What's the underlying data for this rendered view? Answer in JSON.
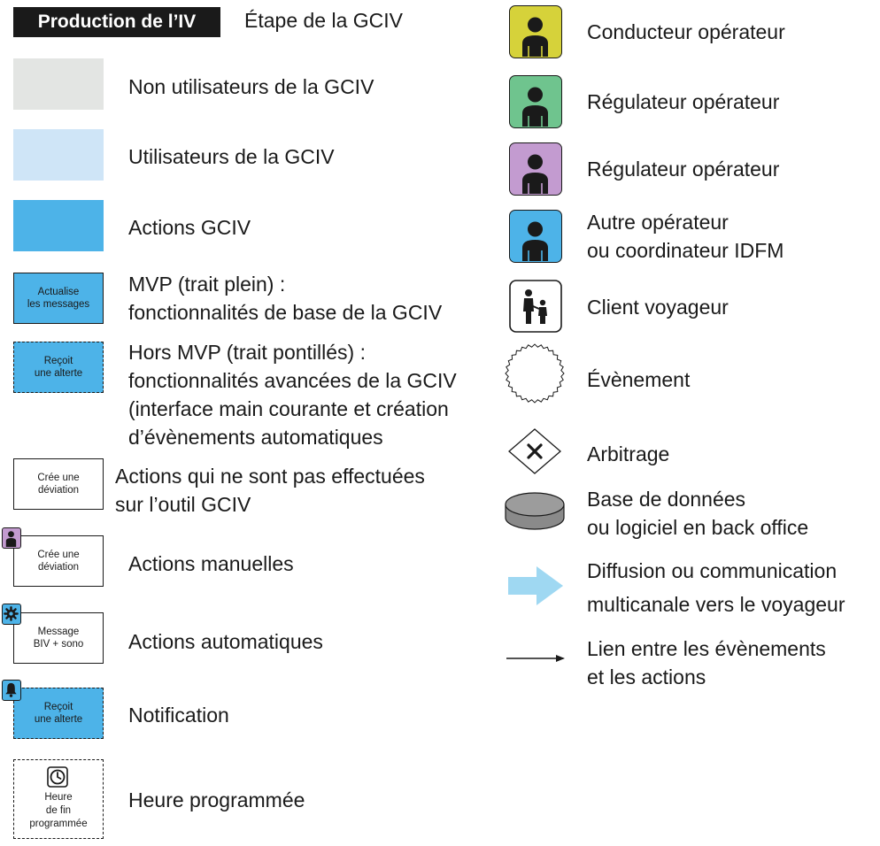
{
  "header": {
    "badge_label": "Production de l’IV",
    "stage_label": "Étape de la GCIV"
  },
  "left_items": [
    {
      "label": "Non utilisateurs de la GCIV"
    },
    {
      "label": "Utilisateurs de la GCIV"
    },
    {
      "label": "Actions GCIV"
    },
    {
      "box_text": "Actualise\nles messages",
      "label": "MVP (trait plein) :\nfonctionnalités de base de la GCIV"
    },
    {
      "box_text": "Reçoit\nune alterte",
      "label": "Hors MVP (trait pontillés) :\nfonctionnalités avancées de la GCIV\n(interface main courante et création\nd’évènements automatiques"
    },
    {
      "box_text": "Crée une\ndéviation",
      "label": "Actions qui ne sont pas effectuées\nsur l’outil GCIV"
    },
    {
      "box_text": "Crée une\ndéviation",
      "label": "Actions manuelles",
      "badge": "person-icon"
    },
    {
      "box_text": "Message\nBIV + sono",
      "label": "Actions automatiques",
      "badge": "gear-icon"
    },
    {
      "box_text": "Reçoit\nune alterte",
      "label": "Notification",
      "badge": "bell-icon"
    },
    {
      "box_text": "Heure\nde fin\nprogrammée",
      "label": "Heure programmée",
      "badge": "clock-icon"
    }
  ],
  "right_items": [
    {
      "label": "Conducteur opérateur",
      "icon": "person-icon"
    },
    {
      "label": "Régulateur opérateur",
      "icon": "person-icon"
    },
    {
      "label": "Régulateur opérateur",
      "icon": "person-icon"
    },
    {
      "label": "Autre opérateur\nou coordinateur IDFM",
      "icon": "person-icon"
    },
    {
      "label": "Client voyageur",
      "icon": "traveler-icon"
    },
    {
      "label": "Évènement",
      "icon": "burst-icon"
    },
    {
      "label": "Arbitrage",
      "icon": "diamond-x-icon"
    },
    {
      "label": "Base de données\nou logiciel en back office",
      "icon": "database-icon"
    },
    {
      "label": "Diffusion ou communication\nmulticanale vers le voyageur",
      "icon": "broadcast-arrow-icon"
    },
    {
      "label": "Lien entre les évènements\net les actions",
      "icon": "link-arrow-icon"
    }
  ],
  "colors": {
    "non_users": "#e3e5e3",
    "users": "#cfe5f7",
    "actions": "#4db3e8",
    "driver": "#d6d23a",
    "regulator_green": "#6fc48e",
    "regulator_purple": "#c39bd0",
    "other_operator": "#4db3e8",
    "header_badge": "#1a1a1a"
  }
}
